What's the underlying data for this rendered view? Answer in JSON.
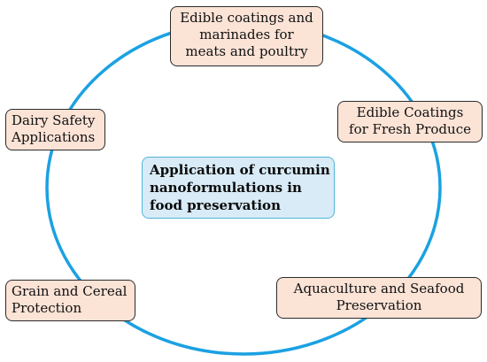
{
  "diagram": {
    "ring_color": "#1ba1e2",
    "box_fill": "#fbe3d6",
    "center_fill": "#d8ebf7",
    "center_border": "#4fb6d8",
    "center": {
      "lines": [
        "Application of curcumin",
        "nanoformulations in",
        "food preservation"
      ]
    },
    "nodes": {
      "top": {
        "lines": [
          "Edible coatings and",
          "marinades for",
          "meats and poultry"
        ]
      },
      "right": {
        "lines": [
          "Edible Coatings",
          "for Fresh Produce"
        ]
      },
      "left": {
        "lines": [
          "Dairy Safety",
          "Applications"
        ]
      },
      "bottom_left": {
        "lines": [
          "Grain and Cereal",
          "Protection"
        ]
      },
      "bottom_right": {
        "lines": [
          "Aquaculture and Seafood",
          "Preservation"
        ]
      }
    }
  }
}
